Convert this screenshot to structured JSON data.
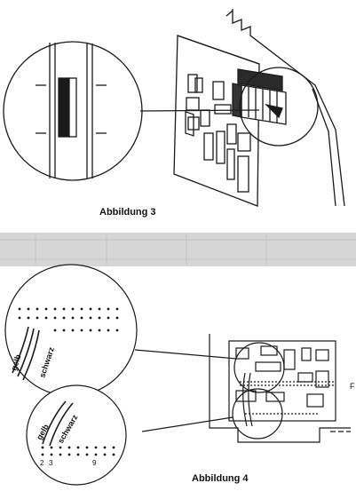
{
  "figure3": {
    "caption": "Abbildung 3"
  },
  "figure4": {
    "caption": "Abbildung 4",
    "top_inset": {
      "wire_label_1": "gelb",
      "wire_label_2": "schwarz"
    },
    "bottom_inset": {
      "wire_label_1": "gelb",
      "wire_label_2": "schwarz",
      "pin_numbers": [
        "2",
        "3",
        "9"
      ]
    },
    "edge_label": "F"
  }
}
